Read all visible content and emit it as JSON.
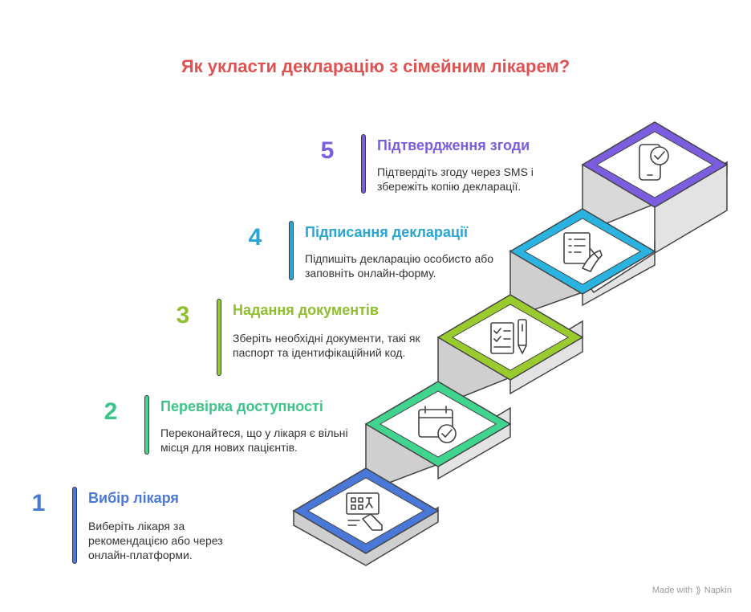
{
  "title": "Як укласти декларацію з сімейним лікарем?",
  "steps": [
    {
      "number": "1",
      "heading": "Вибір лікаря",
      "description": "Виберіть лікаря за рекомендацією або через онлайн-платформи.",
      "color": "#4a78d8",
      "icon": "doctor-search-icon"
    },
    {
      "number": "2",
      "heading": "Перевірка доступності",
      "description": "Переконайтеся, що у лікаря є вільні місця для нових пацієнтів.",
      "color": "#3cc489",
      "icon": "calendar-check-icon"
    },
    {
      "number": "3",
      "heading": "Надання документів",
      "description": "Зберіть необхідні документи, такі як паспорт та ідентифікаційний код.",
      "color": "#8fbf2e",
      "icon": "checklist-pen-icon"
    },
    {
      "number": "4",
      "heading": "Підписання декларації",
      "description": "Підпишіть декларацію особисто або заповніть онлайн-форму.",
      "color": "#2aa5d6",
      "icon": "document-signing-icon"
    },
    {
      "number": "5",
      "heading": "Підтвердження згоди",
      "description": "Підтвердіть згоду через SMS і збережіть копію декларації.",
      "color": "#7b5ee0",
      "icon": "phone-check-icon"
    }
  ],
  "footer": {
    "made_with": "Made with",
    "brand": "Napkin"
  }
}
